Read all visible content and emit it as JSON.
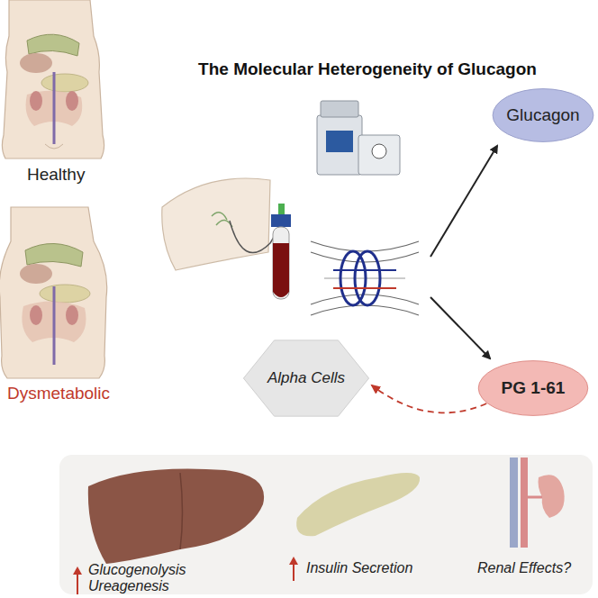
{
  "diagram": {
    "title": "The Molecular Heterogeneity of Glucagon",
    "nodes": [
      {
        "text": [
          "Glucagon"
        ]
      },
      {
        "text": [
          "Alpha Cells"
        ]
      },
      {
        "text": [
          "PG 1-61"
        ]
      }
    ],
    "edges": [
      {
        "from": 2,
        "to": 1,
        "arrow": "to"
      }
    ],
    "labels": [
      "Healthy",
      "Dysmetabolic",
      "Glucogenolysis",
      "Ureagenesis",
      "Insulin Secretion",
      "Renal Effects?"
    ]
  }
}
